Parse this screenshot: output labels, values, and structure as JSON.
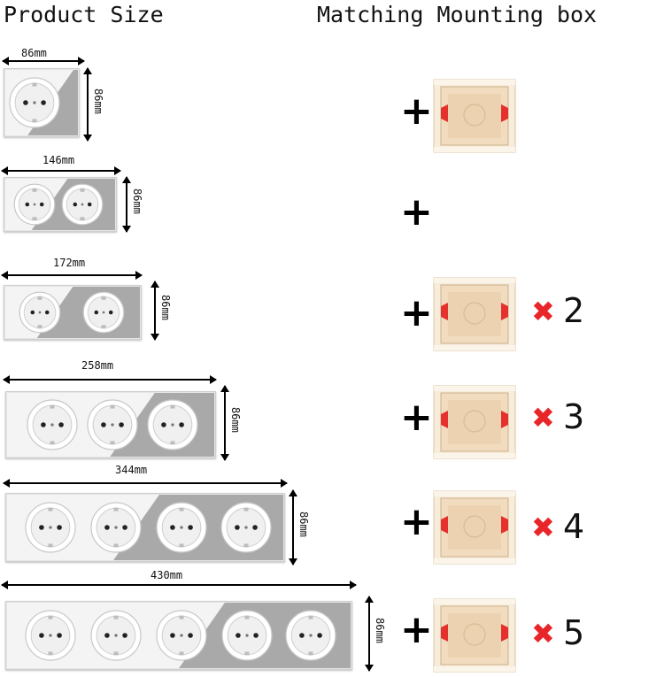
{
  "headings": {
    "product_size": "Product Size",
    "matching_box": "Matching Mounting box"
  },
  "icons": {
    "plus": "+",
    "times": "✖",
    "socket": "schuko-socket-icon",
    "box": "mounting-box-icon"
  },
  "colors": {
    "panel_light": "#f4f4f4",
    "panel_gray": "#a9a9a9",
    "times_red": "#e8262a",
    "box_body": "#f2dcc0"
  },
  "products": [
    {
      "width_label": "86mm",
      "height_label": "86mm",
      "sockets": 1,
      "box_count_label": ""
    },
    {
      "width_label": "146mm",
      "height_label": "86mm",
      "sockets": 2,
      "box_count_label": ""
    },
    {
      "width_label": "172mm",
      "height_label": "86mm",
      "sockets": 2,
      "box_count_label": "2"
    },
    {
      "width_label": "258mm",
      "height_label": "86mm",
      "sockets": 3,
      "box_count_label": "3"
    },
    {
      "width_label": "344mm",
      "height_label": "86mm",
      "sockets": 4,
      "box_count_label": "4"
    },
    {
      "width_label": "430mm",
      "height_label": "86mm",
      "sockets": 5,
      "box_count_label": "5"
    }
  ]
}
